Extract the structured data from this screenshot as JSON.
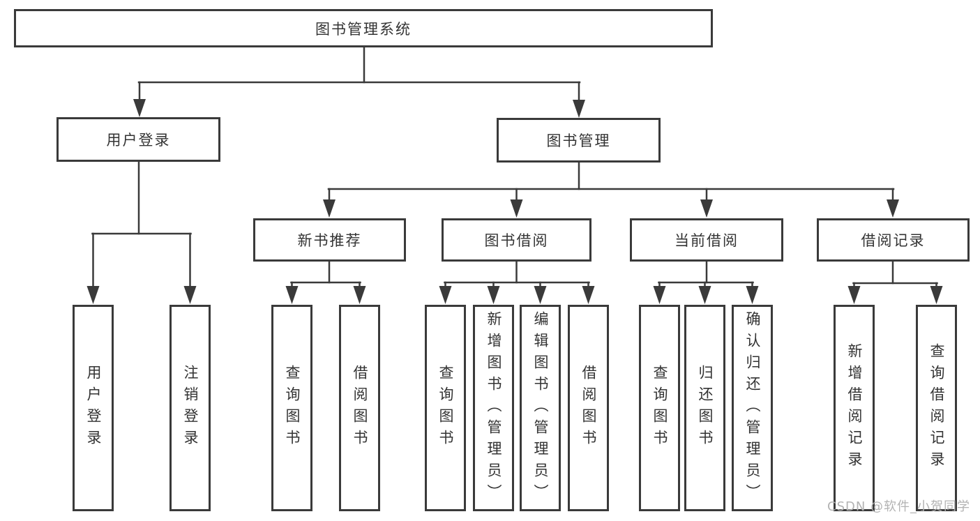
{
  "diagram": {
    "root": "图书管理系统",
    "level2": {
      "user_login": "用户登录",
      "book_mgmt": "图书管理"
    },
    "level3": {
      "new_books": "新书推荐",
      "book_borrow": "图书借阅",
      "current_borrow": "当前借阅",
      "borrow_records": "借阅记录"
    },
    "leaves": {
      "user_login_leaf": "用户登录",
      "logout": "注销登录",
      "nb_query": "查询图书",
      "nb_borrow": "借阅图书",
      "bb_query": "查询图书",
      "bb_add": "新增图书（管理员）",
      "bb_edit": "编辑图书（管理员）",
      "bb_borrow": "借阅图书",
      "cb_query": "查询图书",
      "cb_return": "归还图书",
      "cb_confirm": "确认归还（管理员）",
      "br_add": "新增借阅记录",
      "br_query": "查询借阅记录"
    },
    "colors": {
      "line": "#3a3a3a",
      "text": "#333333",
      "watermark": "#b3b3b3",
      "background": "#ffffff"
    },
    "watermark": "CSDN @软件_小贺同学"
  }
}
